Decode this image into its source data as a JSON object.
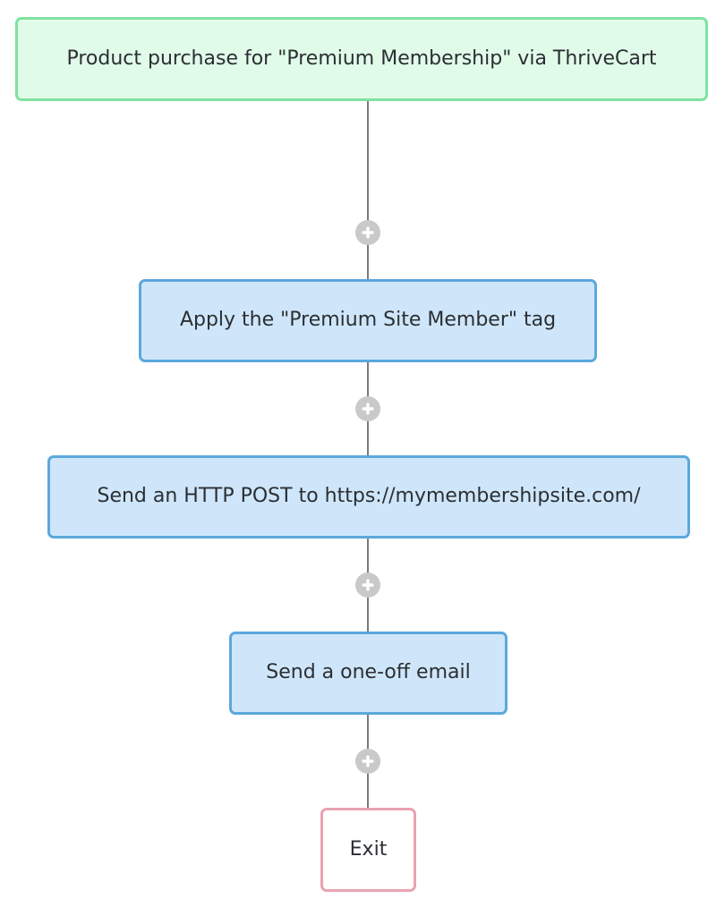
{
  "flow": {
    "trigger": {
      "label": "Product purchase for \"Premium Membership\" via ThriveCart"
    },
    "steps": [
      {
        "label": "Apply the \"Premium Site Member\" tag"
      },
      {
        "label": "Send an HTTP POST to https://mymembershipsite.com/"
      },
      {
        "label": "Send a one-off email"
      }
    ],
    "exit": {
      "label": "Exit"
    },
    "add_step_icon": "plus-icon",
    "colors": {
      "trigger_fill": "#e1fbe9",
      "trigger_border": "#7fe2a0",
      "action_fill": "#cfe6fa",
      "action_border": "#5ba8dc",
      "exit_border": "#e8a3b0",
      "connector": "#7b7b7b",
      "add_button": "#c9c9c9"
    }
  }
}
